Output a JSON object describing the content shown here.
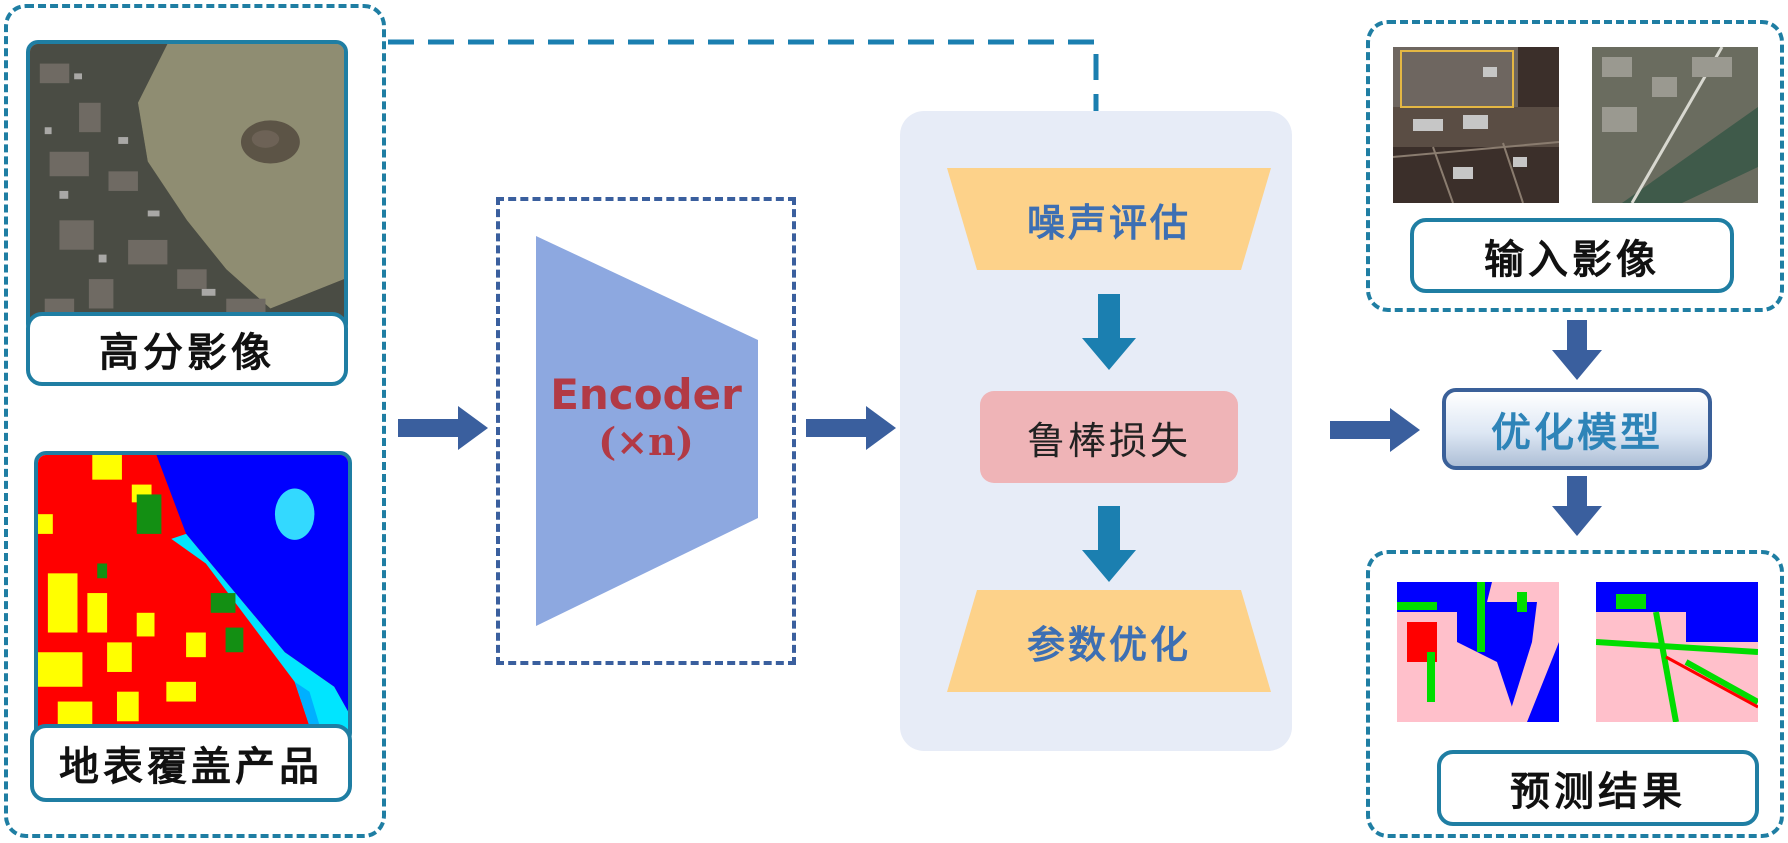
{
  "inputs": {
    "hr_image_label": "高分影像",
    "landcover_label": "地表覆盖产品"
  },
  "encoder": {
    "label": "Encoder",
    "repeat": "(×n)"
  },
  "pipeline": {
    "noise_eval": "噪声评估",
    "robust_loss": "鲁棒损失",
    "param_opt": "参数优化"
  },
  "right": {
    "input_label": "输入影像",
    "optimize_model": "优化模型",
    "result_label": "预测结果"
  },
  "colors": {
    "dashed_border": "#1f7ea3",
    "arrow_dark": "#3a5f9e",
    "arrow_teal": "#1b7fb0",
    "encoder_fill": "#8da8e0",
    "encoder_text": "#b23a45",
    "trapezoid_fill": "#fdd28a",
    "trapezoid_text": "#3d6fb3",
    "loss_fill": "#efb4b7",
    "panel_bg": "#e7ecf7"
  },
  "icons": [
    "arrow-right-icon",
    "arrow-down-icon"
  ]
}
